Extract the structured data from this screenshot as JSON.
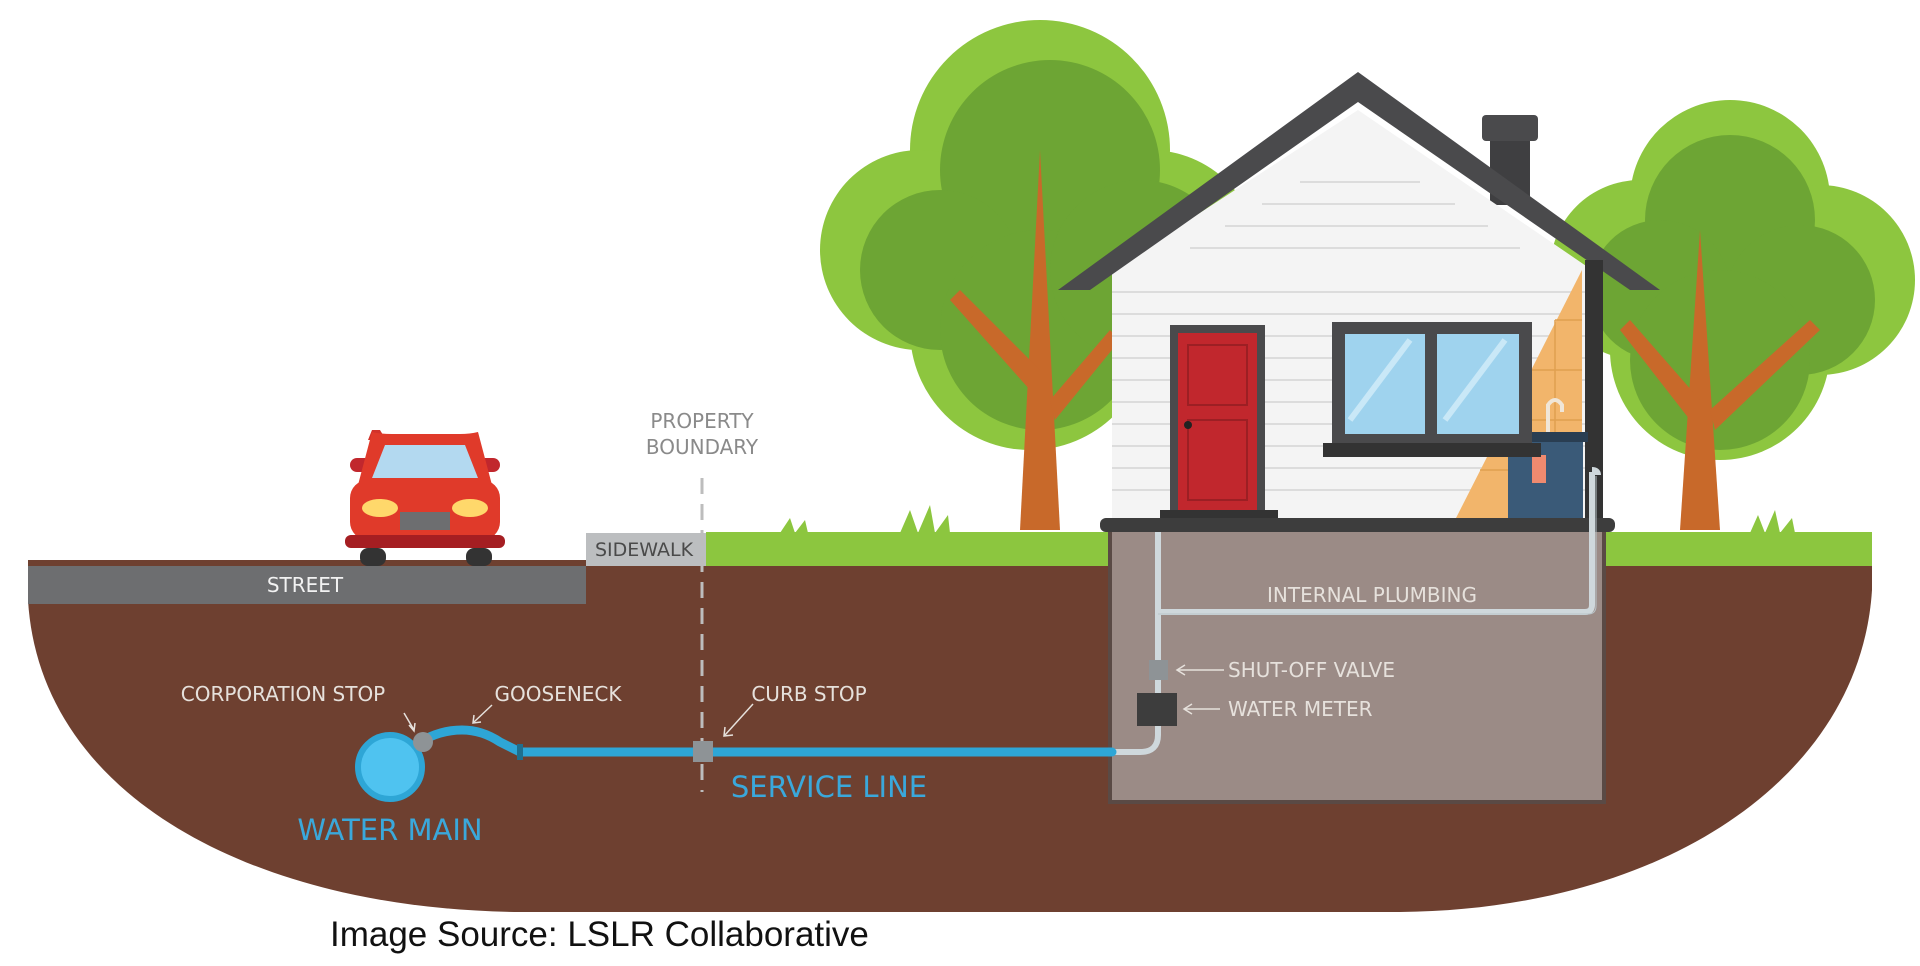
{
  "labels": {
    "property_boundary_line1": "PROPERTY",
    "property_boundary_line2": "BOUNDARY",
    "sidewalk": "SIDEWALK",
    "street": "STREET",
    "corporation_stop": "CORPORATION STOP",
    "gooseneck": "GOOSENECK",
    "curb_stop": "CURB STOP",
    "service_line": "SERVICE LINE",
    "water_main": "WATER MAIN",
    "internal_plumbing": "INTERNAL PLUMBING",
    "shut_off_valve": "SHUT-OFF VALVE",
    "water_meter": "WATER METER"
  },
  "caption": "Image Source: LSLR Collaborative",
  "colors": {
    "soil": "#6e4030",
    "grass": "#8cc63f",
    "street": "#6d6e70",
    "sidewalk": "#bcbec0",
    "basement": "#9b8b86",
    "pipe_blue": "#2ea6d6",
    "house_roof": "#4a4a4c",
    "door": "#c1272d",
    "tree_light": "#8dc63f",
    "tree_dark": "#6da534",
    "trunk": "#c8692a",
    "car": "#e03a2a"
  }
}
